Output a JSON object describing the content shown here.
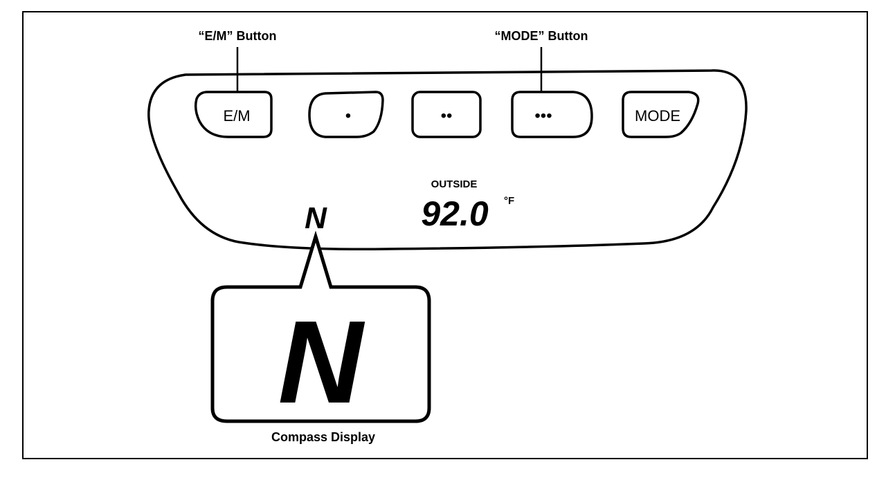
{
  "callouts": {
    "em_button": "“E/M” Button",
    "mode_button": "“MODE” Button",
    "compass_display": "Compass Display"
  },
  "panel": {
    "buttons": [
      {
        "label": "E/M"
      },
      {
        "label": "•"
      },
      {
        "label": "••"
      },
      {
        "label": "•••"
      },
      {
        "label": "MODE"
      }
    ],
    "outside_label": "OUTSIDE",
    "temperature": "92.0",
    "temperature_unit": "°F",
    "compass_heading": "N"
  },
  "colors": {
    "line": "#000000",
    "background": "#ffffff"
  }
}
